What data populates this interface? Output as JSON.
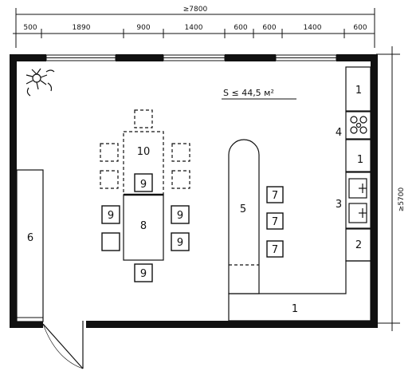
{
  "dimensions": {
    "total_width": "≥7800",
    "depth": "≥5700",
    "segments": [
      "500",
      "1890",
      "900",
      "1400",
      "600",
      "600",
      "1400",
      "600"
    ]
  },
  "area": "S ≤ 44,5 м²",
  "labels": {
    "counter_upper": "1",
    "cooktop": "4",
    "counter_mid": "1",
    "sinks": "3",
    "appliance": "2",
    "counter_bottom": "1",
    "island": "5",
    "storage": "6",
    "dining_table": "8",
    "extension_table": "10",
    "stools": [
      "7",
      "7",
      "7"
    ],
    "chairs": [
      "9",
      "9",
      "9",
      "9",
      "9"
    ]
  }
}
